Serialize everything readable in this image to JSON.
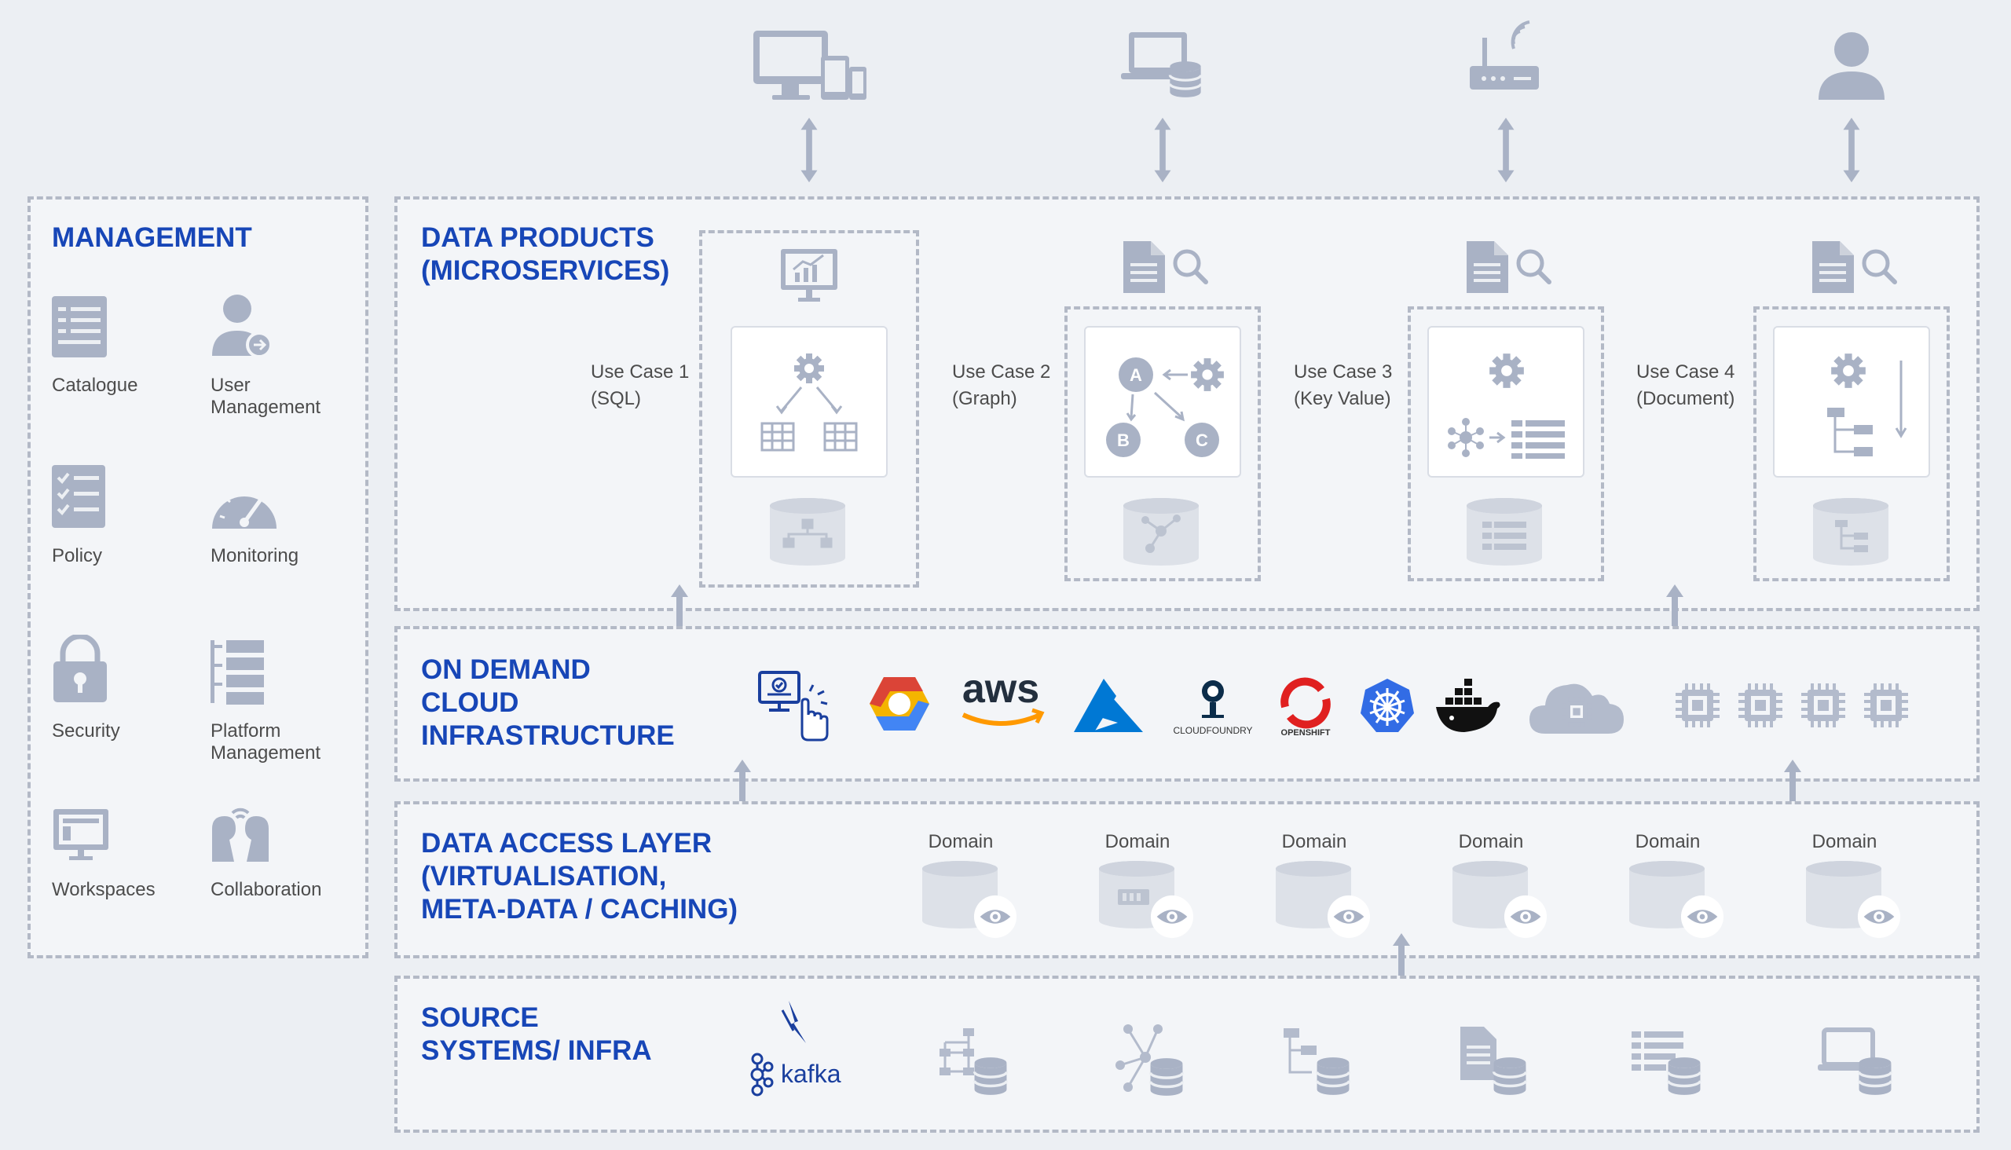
{
  "management": {
    "title": "MANAGEMENT",
    "items": [
      {
        "label": "Catalogue",
        "icon": "catalogue-icon"
      },
      {
        "label": "User\nManagement",
        "icon": "user-management-icon"
      },
      {
        "label": "Policy",
        "icon": "policy-icon"
      },
      {
        "label": "Monitoring",
        "icon": "monitoring-icon"
      },
      {
        "label": "Security",
        "icon": "security-lock-icon"
      },
      {
        "label": "Platform\nManagement",
        "icon": "platform-management-icon"
      },
      {
        "label": "Workspaces",
        "icon": "workspaces-icon"
      },
      {
        "label": "Collaboration",
        "icon": "collaboration-icon"
      }
    ]
  },
  "data_products": {
    "title": "DATA PRODUCTS\n(MICROSERVICES)",
    "use_cases": [
      {
        "label": "Use Case 1\n(SQL)"
      },
      {
        "label": "Use Case 2\n(Graph)"
      },
      {
        "label": "Use Case 3\n(Key Value)"
      },
      {
        "label": "Use Case 4\n(Document)"
      }
    ]
  },
  "cloud": {
    "title": "ON DEMAND\nCLOUD\nINFRASTRUCTURE",
    "aws_label": "aws",
    "cloudfoundry_label": "CLOUDFOUNDRY",
    "openshift_label": "OPENSHIFT",
    "logos": [
      "self-service-icon",
      "google-cloud-logo",
      "aws-logo",
      "azure-logo",
      "cloudfoundry-logo",
      "openshift-logo",
      "kubernetes-logo",
      "docker-logo",
      "cloud-chip-icon",
      "chip-icon",
      "chip-icon",
      "chip-icon",
      "chip-icon"
    ]
  },
  "access": {
    "title": "DATA ACCESS LAYER\n(VIRTUALISATION,\nMETA-DATA / CACHING)",
    "domains": [
      "Domain",
      "Domain",
      "Domain",
      "Domain",
      "Domain",
      "Domain"
    ]
  },
  "source": {
    "title": "SOURCE\nSYSTEMS/ INFRA",
    "kafka_label": "kafka"
  },
  "top_icons": [
    "desktop-devices-icon",
    "laptop-database-icon",
    "router-icon",
    "user-icon"
  ],
  "colors": {
    "accent": "#1746b7",
    "icon": "#a9b2c5",
    "dash": "#b3b9c6",
    "background": "#eceff3"
  }
}
